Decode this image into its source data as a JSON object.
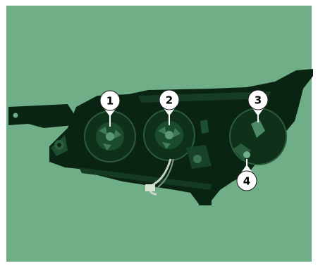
{
  "diagram": {
    "background_color": "#6fae86",
    "border_color": "#ffffff",
    "housing_color": "#0a2414",
    "callouts": [
      {
        "label": "1",
        "part": "bulb-socket-1"
      },
      {
        "label": "2",
        "part": "bulb-socket-2"
      },
      {
        "label": "3",
        "part": "bulb-socket-3"
      },
      {
        "label": "4",
        "part": "bulb-socket-4"
      }
    ]
  }
}
